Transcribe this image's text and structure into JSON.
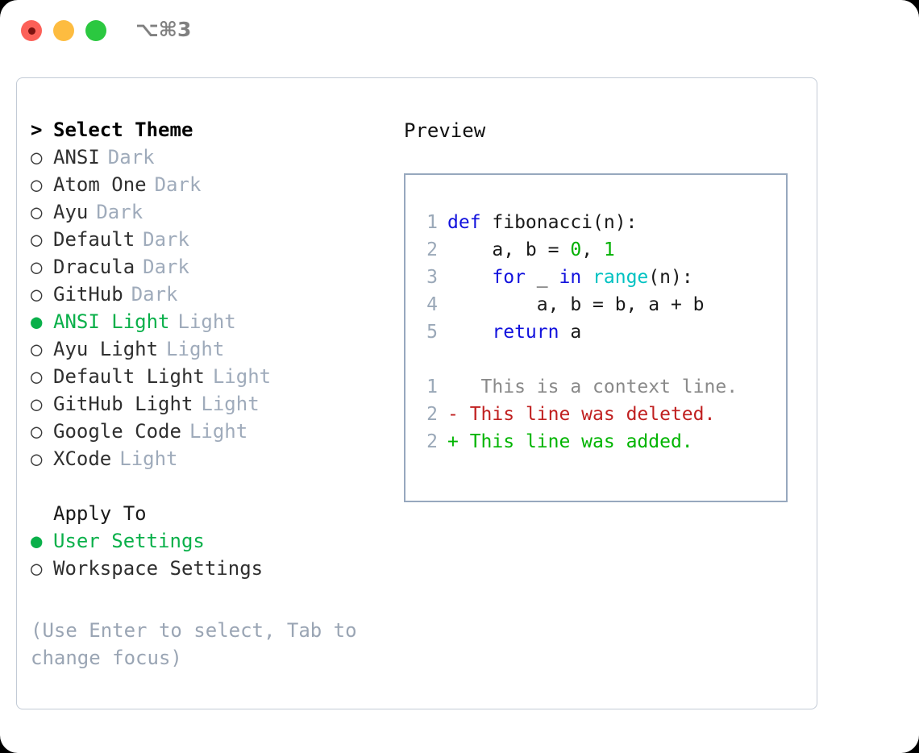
{
  "titlebar": {
    "shortcut": "⌥⌘3",
    "lights": [
      "close-light",
      "minimize-light",
      "maximize-light"
    ]
  },
  "theme_list": {
    "header_prefix": ">",
    "header": "Select Theme",
    "items": [
      {
        "bullet": "○",
        "label": "ANSI",
        "tag": "Dark",
        "selected": false
      },
      {
        "bullet": "○",
        "label": "Atom One",
        "tag": "Dark",
        "selected": false
      },
      {
        "bullet": "○",
        "label": "Ayu",
        "tag": "Dark",
        "selected": false
      },
      {
        "bullet": "○",
        "label": "Default",
        "tag": "Dark",
        "selected": false
      },
      {
        "bullet": "○",
        "label": "Dracula",
        "tag": "Dark",
        "selected": false
      },
      {
        "bullet": "○",
        "label": "GitHub",
        "tag": "Dark",
        "selected": false
      },
      {
        "bullet": "●",
        "label": "ANSI Light",
        "tag": "Light",
        "selected": true
      },
      {
        "bullet": "○",
        "label": "Ayu Light",
        "tag": "Light",
        "selected": false
      },
      {
        "bullet": "○",
        "label": "Default Light",
        "tag": "Light",
        "selected": false
      },
      {
        "bullet": "○",
        "label": "GitHub Light",
        "tag": "Light",
        "selected": false
      },
      {
        "bullet": "○",
        "label": "Google Code",
        "tag": "Light",
        "selected": false
      },
      {
        "bullet": "○",
        "label": "XCode",
        "tag": "Light",
        "selected": false
      }
    ]
  },
  "apply_to": {
    "label": "Apply To",
    "items": [
      {
        "bullet": "●",
        "label": "User Settings",
        "selected": true
      },
      {
        "bullet": "○",
        "label": "Workspace Settings",
        "selected": false
      }
    ]
  },
  "hint": "(Use Enter to select, Tab to change focus)",
  "preview": {
    "title": "Preview",
    "code_lines": [
      {
        "no": "1",
        "tokens": [
          {
            "t": "def ",
            "c": "kw"
          },
          {
            "t": "fibonacci(n):",
            "c": "plain"
          }
        ]
      },
      {
        "no": "2",
        "tokens": [
          {
            "t": "    a, b = ",
            "c": "plain"
          },
          {
            "t": "0",
            "c": "num"
          },
          {
            "t": ", ",
            "c": "plain"
          },
          {
            "t": "1",
            "c": "num"
          }
        ]
      },
      {
        "no": "3",
        "tokens": [
          {
            "t": "    ",
            "c": "plain"
          },
          {
            "t": "for",
            "c": "kw"
          },
          {
            "t": " _ ",
            "c": "plain"
          },
          {
            "t": "in",
            "c": "kw"
          },
          {
            "t": " ",
            "c": "plain"
          },
          {
            "t": "range",
            "c": "fn"
          },
          {
            "t": "(n):",
            "c": "plain"
          }
        ]
      },
      {
        "no": "4",
        "tokens": [
          {
            "t": "        a, b = b, a + b",
            "c": "plain"
          }
        ]
      },
      {
        "no": "5",
        "tokens": [
          {
            "t": "    ",
            "c": "plain"
          },
          {
            "t": "return",
            "c": "kw"
          },
          {
            "t": " a",
            "c": "plain"
          }
        ]
      }
    ],
    "diff_lines": [
      {
        "no": "1",
        "marker": " ",
        "text": "  This is a context line.",
        "kind": "ctx"
      },
      {
        "no": "2",
        "marker": "-",
        "text": " This line was deleted.",
        "kind": "del"
      },
      {
        "no": "2",
        "marker": "+",
        "text": " This line was added.",
        "kind": "add"
      }
    ]
  },
  "colors": {
    "accent_green": "#0ab04a",
    "muted": "#9fabbb",
    "keyword": "#1111dd",
    "number": "#00b000",
    "function": "#00c2c2",
    "diff_deleted": "#c02020",
    "diff_added": "#00b400",
    "panel_border": "#c3cbd6",
    "preview_border": "#97a8be"
  }
}
